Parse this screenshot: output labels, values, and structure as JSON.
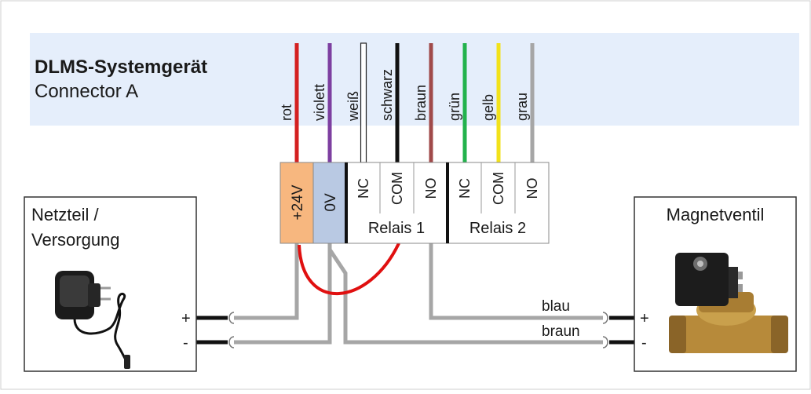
{
  "header": {
    "title": "DLMS-Systemgerät",
    "subtitle": "Connector A"
  },
  "wires": [
    {
      "label": "rot",
      "color": "#d42020"
    },
    {
      "label": "violett",
      "color": "#7d3fa0"
    },
    {
      "label": "weiß",
      "color": "#ffffff"
    },
    {
      "label": "schwarz",
      "color": "#111111"
    },
    {
      "label": "braun",
      "color": "#a04a4a"
    },
    {
      "label": "grün",
      "color": "#22b24c"
    },
    {
      "label": "gelb",
      "color": "#f2e21a"
    },
    {
      "label": "grau",
      "color": "#a6a6a6"
    }
  ],
  "terminals": {
    "power": [
      "+24V",
      "0V"
    ],
    "power_colors": [
      "#f7b77f",
      "#b9c9e3"
    ],
    "relay1": [
      "NC",
      "COM",
      "NO"
    ],
    "relay2": [
      "NC",
      "COM",
      "NO"
    ],
    "relay1_label": "Relais 1",
    "relay2_label": "Relais 2"
  },
  "left_box": {
    "line1": "Netzteil /",
    "line2": "Versorgung",
    "plus": "+",
    "minus": "-"
  },
  "right_box": {
    "title": "Magnetventil",
    "plus": "+",
    "minus": "-"
  },
  "cable_labels": {
    "top": "blau",
    "bottom": "braun"
  },
  "colors": {
    "header_band": "#e5eefb",
    "jumper": "#e01010",
    "cable": "#a6a6a6"
  }
}
